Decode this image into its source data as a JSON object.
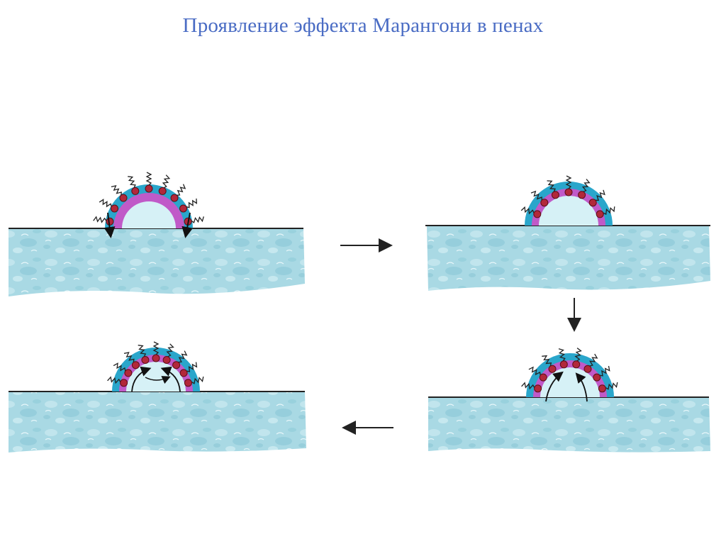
{
  "slide": {
    "title": "Проявление эффекта Марангони в пенах"
  },
  "colors": {
    "title": "#4a6cc4",
    "liquid": "#a9d9e4",
    "liquid_dark": "#7fbfcf",
    "film_outer": "#1fa3c8",
    "film_inner": "#c24fc4",
    "bubble_gas": "#d6f1f6",
    "surfactant_head": "#b2283a",
    "line": "#222222"
  },
  "diagram": {
    "stages": [
      {
        "id": "stage-1",
        "flow": "down-edges"
      },
      {
        "id": "stage-2",
        "flow": "none"
      },
      {
        "id": "stage-3",
        "flow": "up-center"
      },
      {
        "id": "stage-4",
        "flow": "circulation"
      }
    ],
    "transitions": [
      "right",
      "down",
      "left"
    ]
  }
}
